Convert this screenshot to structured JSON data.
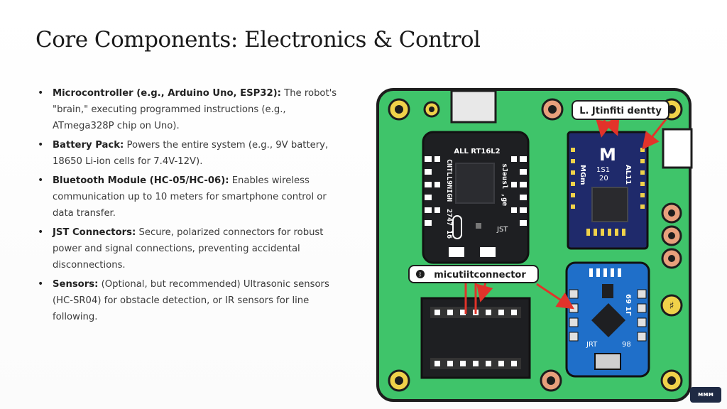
{
  "title": "Core Components: Electronics & Control",
  "bullets": [
    {
      "term": "Microcontroller (e.g., Arduino Uno, ESP32):",
      "text": " The robot's \"brain,\" executing programmed instructions (e.g., ATmega328P chip on Uno)."
    },
    {
      "term": "Battery Pack:",
      "text": " Powers the entire system (e.g., 9V battery, 18650 Li-ion cells for 7.4V-12V)."
    },
    {
      "term": "Bluetooth Module (HC-05/HC-06):",
      "text": " Enables wireless communication up to 10 meters for smartphone control or data transfer."
    },
    {
      "term": "JST Connectors:",
      "text": " Secure, polarized connectors for robust power and signal connections, preventing accidental disconnections."
    },
    {
      "term": "Sensors:",
      "text": " (Optional, but recommended) Ultrasonic sensors (HC-SR04) for obstacle detection, or IR sensors for line following."
    }
  ],
  "diagram": {
    "label_top": "L. Jtinfiti dentty",
    "label_connector": "micutiitconnector",
    "mcu_chip_text": "ALL RT16L2",
    "mcu_side_text_left": "CNTLL9NIGN",
    "mcu_side_text_right": "sJəusl ,ge",
    "mcu_bottom_text": "2747 16",
    "mcu_jst_text": "JST",
    "bt_module_text_top": "M",
    "bt_module_text_mid": "1S1",
    "bt_module_text_mid2": "20",
    "bt_module_text_left": "MGm",
    "bt_module_text_right": "AL11",
    "sensor_text_jrt": "JRT",
    "sensor_text_98": "98",
    "sensor_text_side": "69 1Γ",
    "colors": {
      "board_green": "#3fc46a",
      "board_outline": "#1d1d1d",
      "mcu_black": "#1e1f22",
      "bt_blue": "#1f2a6b",
      "sensor_blue": "#1f6fc9",
      "wire_red": "#e2332a"
    }
  },
  "corner_logo": "ммм"
}
